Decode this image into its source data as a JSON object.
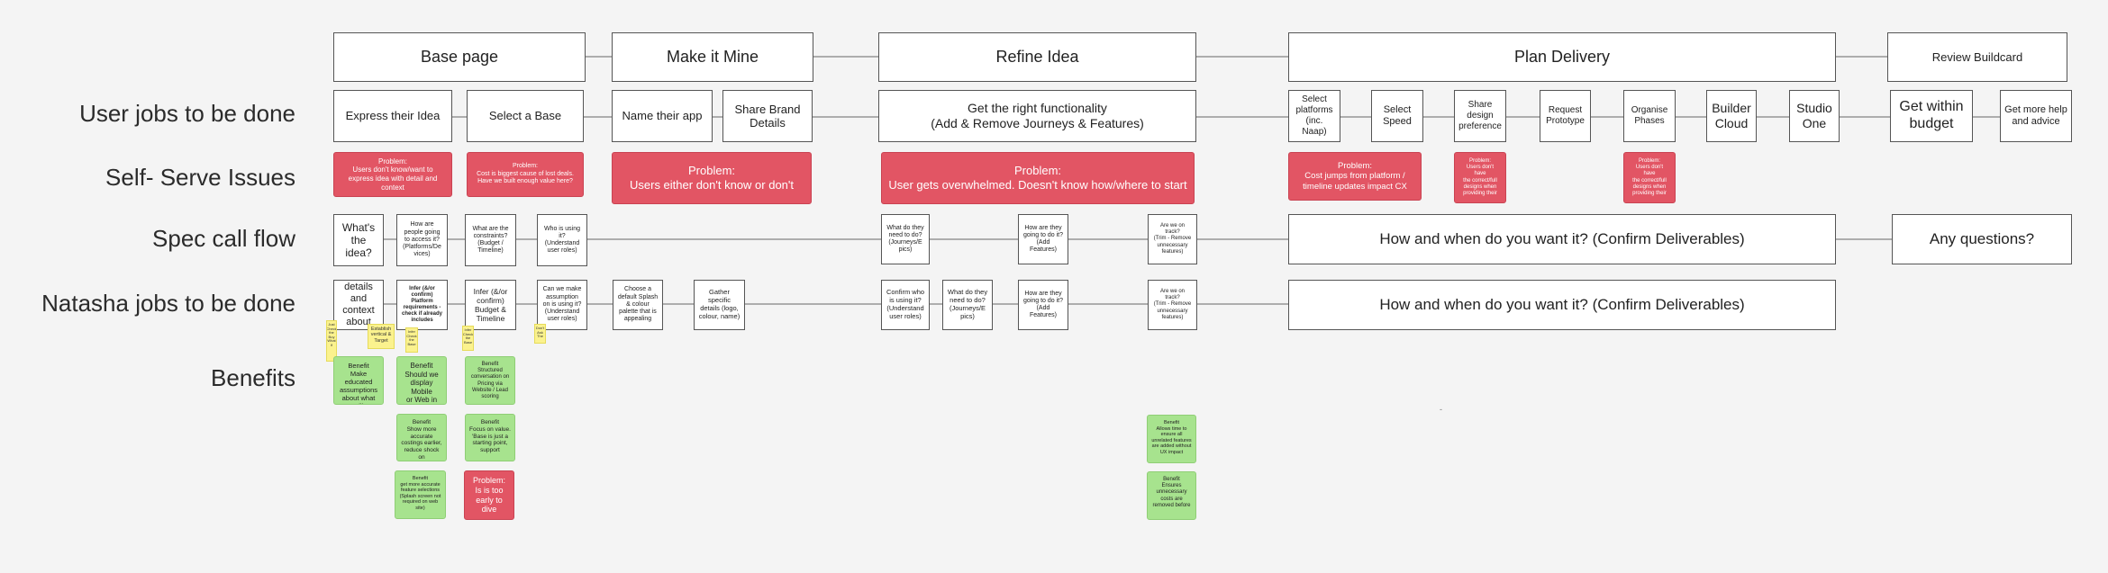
{
  "row_labels": {
    "user_jobs": "User jobs to be done",
    "self_serve": "Self- Serve Issues",
    "spec_call": "Spec call flow",
    "natasha_jobs": "Natasha jobs to be done",
    "benefits": "Benefits"
  },
  "phases": {
    "base_page": "Base page",
    "make_it_mine": "Make it Mine",
    "refine_idea": "Refine Idea",
    "plan_delivery": "Plan Delivery",
    "review_buildcard": "Review Buildcard"
  },
  "user_jobs": {
    "express_idea": "Express their  Idea",
    "select_base": "Select a Base",
    "name_app": "Name their app",
    "share_brand": "Share Brand\nDetails",
    "right_functionality": "Get the right functionality\n(Add & Remove Journeys & Features)",
    "select_platforms": "Select\nplatforms\n(inc. Naap)",
    "select_speed": "Select\nSpeed",
    "share_design": "Share\ndesign\npreference",
    "request_prototype": "Request\nPrototype",
    "organise_phases": "Organise\nPhases",
    "builder_cloud": "Builder\nCloud",
    "studio_one": "Studio\nOne",
    "within_budget": "Get within\nbudget",
    "help_advice": "Get more help\nand advice"
  },
  "issues": {
    "express": "Problem:\nUsers don't know/want to\nexpress idea with detail and\ncontext",
    "base": "Problem:\nCost is biggest cause of lost deals.\nHave we built  enough value here?",
    "make_it_mine": "Problem:\nUsers either don't know or don't",
    "refine": "Problem:\nUser gets overwhelmed. Doesn't know how/where to start",
    "plan": "Problem:\nCost jumps from platform /\ntimeline updates impact CX",
    "design": "Problem:\nUsers don't have\nthe correct/full\ndesigns when\nproviding their",
    "phases": "Problem:\nUsers don't have\nthe correct/full\ndesigns when\nproviding their"
  },
  "spec_call": {
    "whats_idea": "What's\nthe\nidea?",
    "access": "How are\npeople going\nto access it?\n(Platforms/De\nvices)",
    "constraints": "What are the\nconstraints?\n(Budget /\nTimeline)",
    "who_using": "Who is using\nit?\n(Understand\nuser  roles)",
    "need_to_do": "What do they\nneed to do?\n(Journeys/E\npics)",
    "how_going": "How are they\ngoing to do it?\n(Add\nFeatures)",
    "on_track": "Are we  on\ntrack?\n(Trim - Remove\nunnecessary\nfeatures)",
    "how_when": "How and when do you want it? (Confirm Deliverables)",
    "questions": "Any questions?"
  },
  "natasha": {
    "gather": "Gather\ndetails and\ncontext\nabout idea",
    "infer_platform": "Infer (&/or\nconfirm)\nPlatform\nrequirements -\ncheck if already\nincludes",
    "infer_budget": "Infer (&/or\nconfirm)\nBudget &\nTimeline",
    "assumption": "Can we make\nassumption\non is using it?\n(Understand\nuser  roles)",
    "splash": "Choose a\ndefault Splash\n& colour\npalette that is\nappealing",
    "specific": "Gather\nspecific\ndetails (logo,\ncolour, name)",
    "confirm_who": "Confirm who\nis using it?\n(Understand\nuser  roles)",
    "need_to_do": "What do they\nneed to do?\n(Journeys/E\npics)",
    "how_going": "How are they\ngoing to do it?\n(Add\nFeatures)",
    "on_track": "Are we  on\ntrack?\n(Trim - Remove\nunnecessary\nfeatures)",
    "how_when": "How and when do you want it? (Confirm Deliverables)"
  },
  "stickies": {
    "s1": "Just\nCheck\nthe\nBuy\nWhat\nif",
    "s2": "Establish\nvertical &\nTarget",
    "s3": "Infer\nCheck\nthe\nBase",
    "s4": "Infer\nCheck\nthe\nBase",
    "s5": "Don't\nAsk\nThe"
  },
  "benefits": {
    "b1": "Benefit\nMake educated\nassumptions\nabout what will",
    "b2": "Benefit\nShould we\ndisplay Mobile\nor Web in",
    "b3": "Benefit\nStructured\nconversation on\nPricing via\nWebsite / Lead\nscoring",
    "b4": "Benefit\nShow more\naccurate\ncostings earlier,\nreduce shock on",
    "b5": "Benefit\nFocus on value.\n'Base is just a\nstarting point,\nsupport",
    "b6": "Benefit\nget more accurate\nfeature selections\n(Splash screen not\nrequired on web\nsite)",
    "b7": "Benefit\nAllows time to\nensure all\nunrelated features\nare added without\nUX impact",
    "b8": "Benefit\nEnsures\nunnecessary\ncosts are\nremoved before",
    "problem_early": "Problem:\nIs is too\nearly to dive"
  },
  "stray_mark": "-",
  "colors": {
    "problem": "#e25564",
    "benefit": "#a7e38e",
    "sticky": "#fbf28e",
    "border": "#555555"
  }
}
